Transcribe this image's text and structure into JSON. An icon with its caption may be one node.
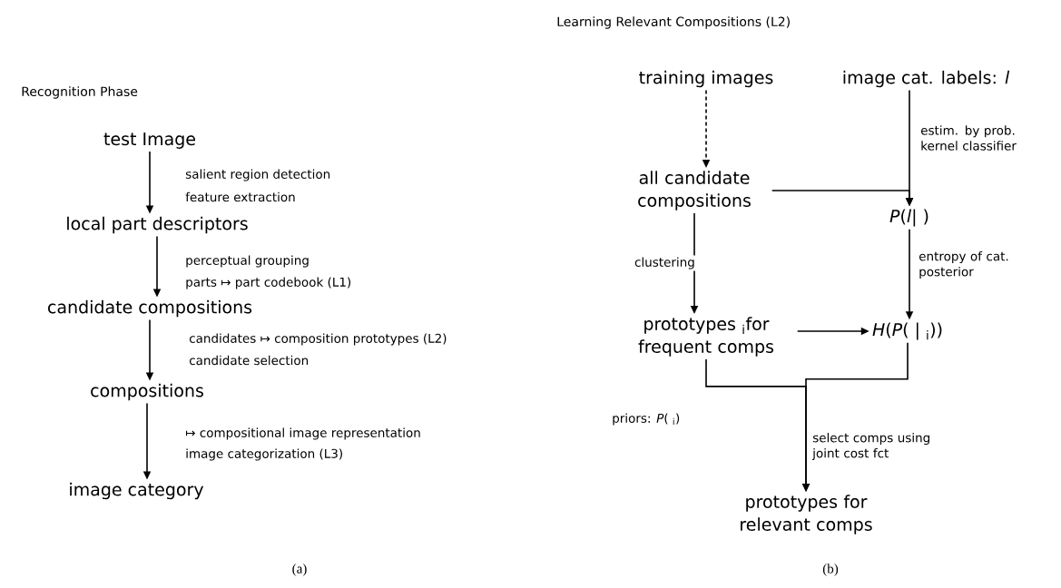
{
  "diagram": {
    "nodes": [
      {
        "text": [
          "test Image"
        ]
      },
      {
        "text": [
          "local part descriptors"
        ]
      },
      {
        "text": [
          "candidate compositions"
        ]
      },
      {
        "text": [
          "compositions"
        ]
      },
      {
        "text": [
          "image category"
        ]
      },
      {
        "text": [
          "training images"
        ]
      },
      {
        "text": [
          "image cat. labels: *l*"
        ]
      },
      {
        "text": [
          "all candidate compositions"
        ]
      },
      {
        "text": [
          "*P*(*l*| )"
        ]
      },
      {
        "text": [
          "prototypes $_{i}$for frequent comps"
        ]
      },
      {
        "text": [
          "*H*(*P*( | $_{i}$))"
        ]
      },
      {
        "text": [
          "prototypes for relevant comps"
        ]
      }
    ],
    "edges": [
      {
        "from": 0,
        "to": 1,
        "arrow": "to"
      },
      {
        "from": 1,
        "to": 2,
        "arrow": "to"
      },
      {
        "from": 2,
        "to": 3,
        "arrow": "to"
      },
      {
        "from": 3,
        "to": 4,
        "arrow": "to"
      },
      {
        "from": 5,
        "to": 7,
        "arrow": "to",
        "style": "dashed"
      },
      {
        "from": 6,
        "to": 8,
        "arrow": "to",
        "label": "estim. by prob. kernel classifier"
      },
      {
        "from": 7,
        "to": 8,
        "arrow": "to"
      },
      {
        "from": 7,
        "to": 9,
        "arrow": "to",
        "label": "clustering"
      },
      {
        "from": 8,
        "to": 10,
        "arrow": "to",
        "label": "entropy of cat. posterior"
      },
      {
        "from": 9,
        "to": 10,
        "arrow": "to"
      },
      {
        "from": 9,
        "to": 11,
        "arrow": "to",
        "label": "select comps using joint cost fct"
      },
      {
        "from": 10,
        "to": 11,
        "arrow": "to"
      }
    ],
    "labels": [
      "Recognition Phase",
      "Learning Relevant Compositions (L2)",
      "salient region detection",
      "feature extraction",
      "perceptual grouping",
      "parts ↦ part codebook (L1)",
      "candidates ↦ composition prototypes (L2)",
      "candidate selection",
      "↦ compositional image representation",
      "image categorization (L3)",
      "priors: *P*( $_{i}$)",
      "(a)",
      "(b)"
    ]
  }
}
